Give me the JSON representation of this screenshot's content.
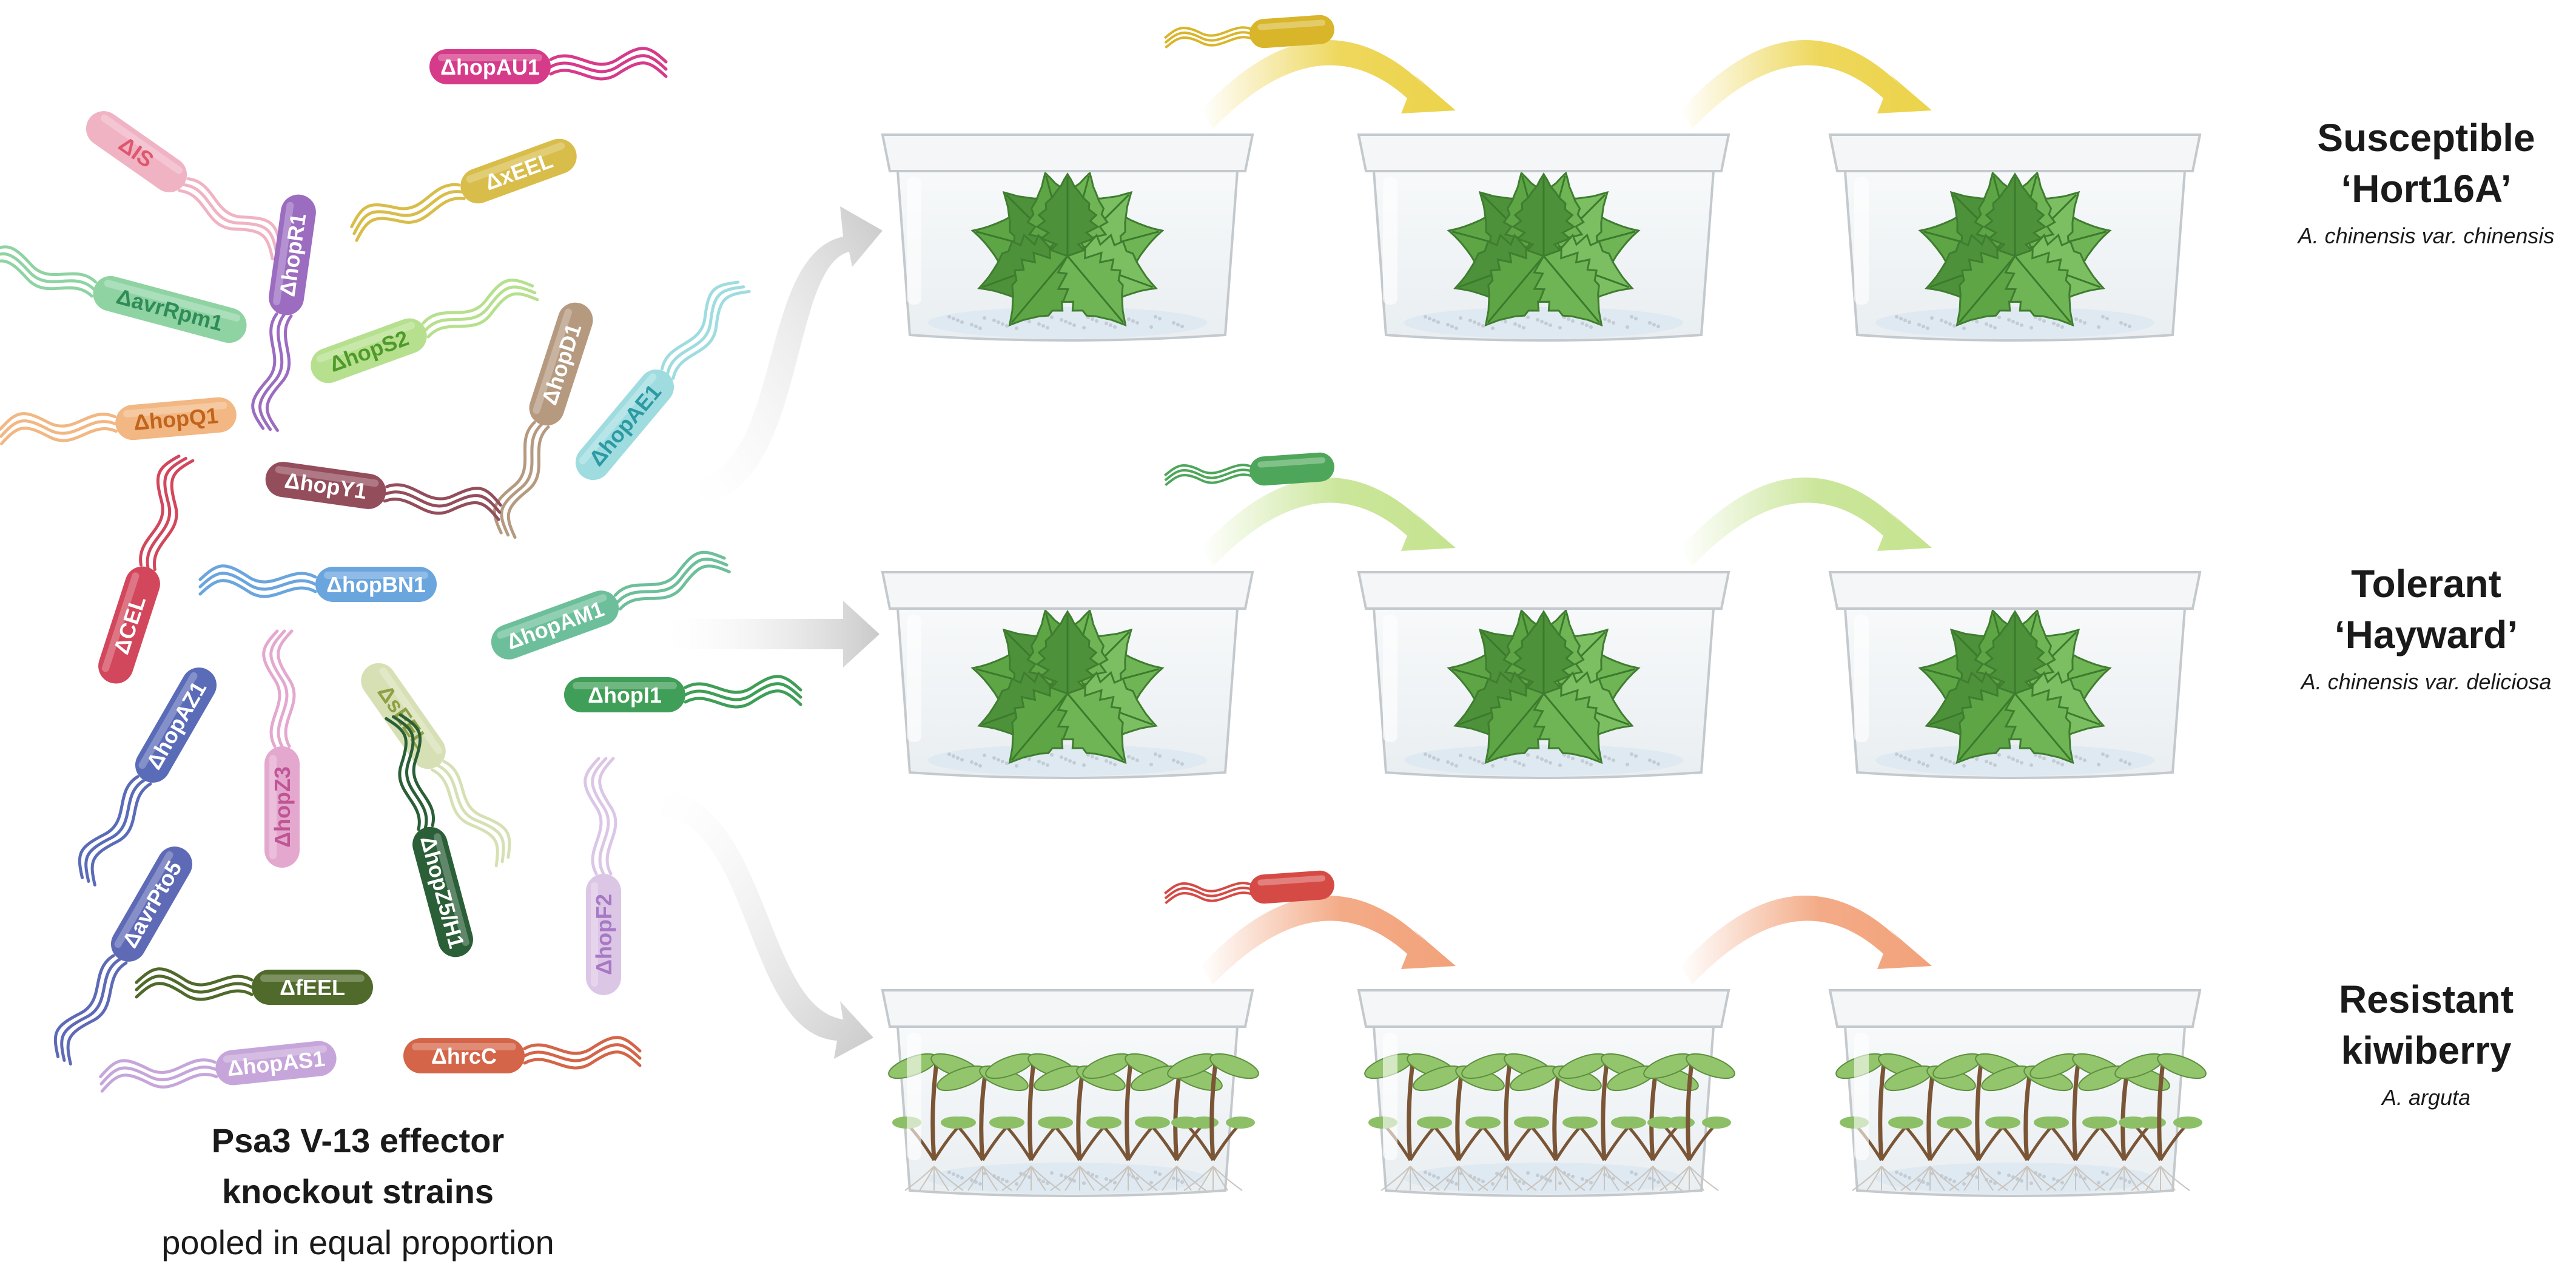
{
  "caption": {
    "line1": "Psa3 V-13 effector",
    "line2": "knockout strains",
    "line3": "pooled in equal proportion"
  },
  "strains": [
    {
      "label": "ΔhopAU1",
      "color": "#d63b8a",
      "text": "#ffffff"
    },
    {
      "label": "ΔIS",
      "color": "#f0b3c4",
      "text": "#e0566c"
    },
    {
      "label": "ΔxEEL",
      "color": "#d9bd4a",
      "text": "#ffffff"
    },
    {
      "label": "ΔhopR1",
      "color": "#9b6cc0",
      "text": "#ffffff"
    },
    {
      "label": "ΔavrRpm1",
      "color": "#8fd3a3",
      "text": "#2f8c57"
    },
    {
      "label": "ΔhopS2",
      "color": "#b6e08e",
      "text": "#4f9a2a"
    },
    {
      "label": "ΔhopD1",
      "color": "#b59a80",
      "text": "#ffffff"
    },
    {
      "label": "ΔhopQ1",
      "color": "#f2b782",
      "text": "#c1651c"
    },
    {
      "label": "ΔhopAE1",
      "color": "#9fdce0",
      "text": "#2c9aa3"
    },
    {
      "label": "ΔhopY1",
      "color": "#934d5b",
      "text": "#ffffff"
    },
    {
      "label": "ΔCEL",
      "color": "#d2475c",
      "text": "#ffffff"
    },
    {
      "label": "ΔhopBN1",
      "color": "#6aa5de",
      "text": "#ffffff"
    },
    {
      "label": "ΔhopAM1",
      "color": "#6cbf9a",
      "text": "#ffffff"
    },
    {
      "label": "ΔhopI1",
      "color": "#3f9e57",
      "text": "#ffffff"
    },
    {
      "label": "ΔhopAZ1",
      "color": "#5a6bb8",
      "text": "#ffffff"
    },
    {
      "label": "ΔsEEL",
      "color": "#d7e0b4",
      "text": "#8ea045"
    },
    {
      "label": "ΔhopZ3",
      "color": "#e4a8cf",
      "text": "#c05595"
    },
    {
      "label": "ΔhopZ5/H1",
      "color": "#2b5f38",
      "text": "#ffffff"
    },
    {
      "label": "ΔhopF2",
      "color": "#dcc6e6",
      "text": "#a878c4"
    },
    {
      "label": "ΔavrPto5",
      "color": "#5e6ab6",
      "text": "#ffffff"
    },
    {
      "label": "ΔfEEL",
      "color": "#4f6a2a",
      "text": "#ffffff"
    },
    {
      "label": "ΔhopAS1",
      "color": "#c6a6da",
      "text": "#ffffff"
    },
    {
      "label": "ΔhrcC",
      "color": "#d46549",
      "text": "#ffffff"
    }
  ],
  "rows": [
    {
      "title1": "Susceptible",
      "title2": "‘Hort16A’",
      "species": "A. chinensis var. chinensis",
      "arrow_color": "#ecd34a",
      "bacterium_color": "#d9b52a",
      "plant": "leafy"
    },
    {
      "title1": "Tolerant",
      "title2": "‘Hayward’",
      "species": "A. chinensis var. deliciosa",
      "arrow_color": "#c5e38f",
      "bacterium_color": "#4ea65a",
      "plant": "leafy"
    },
    {
      "title1": "Resistant",
      "title2": "kiwiberry",
      "species": "A. arguta",
      "arrow_color": "#f2a27a",
      "bacterium_color": "#d64a45",
      "plant": "seedlings"
    }
  ]
}
